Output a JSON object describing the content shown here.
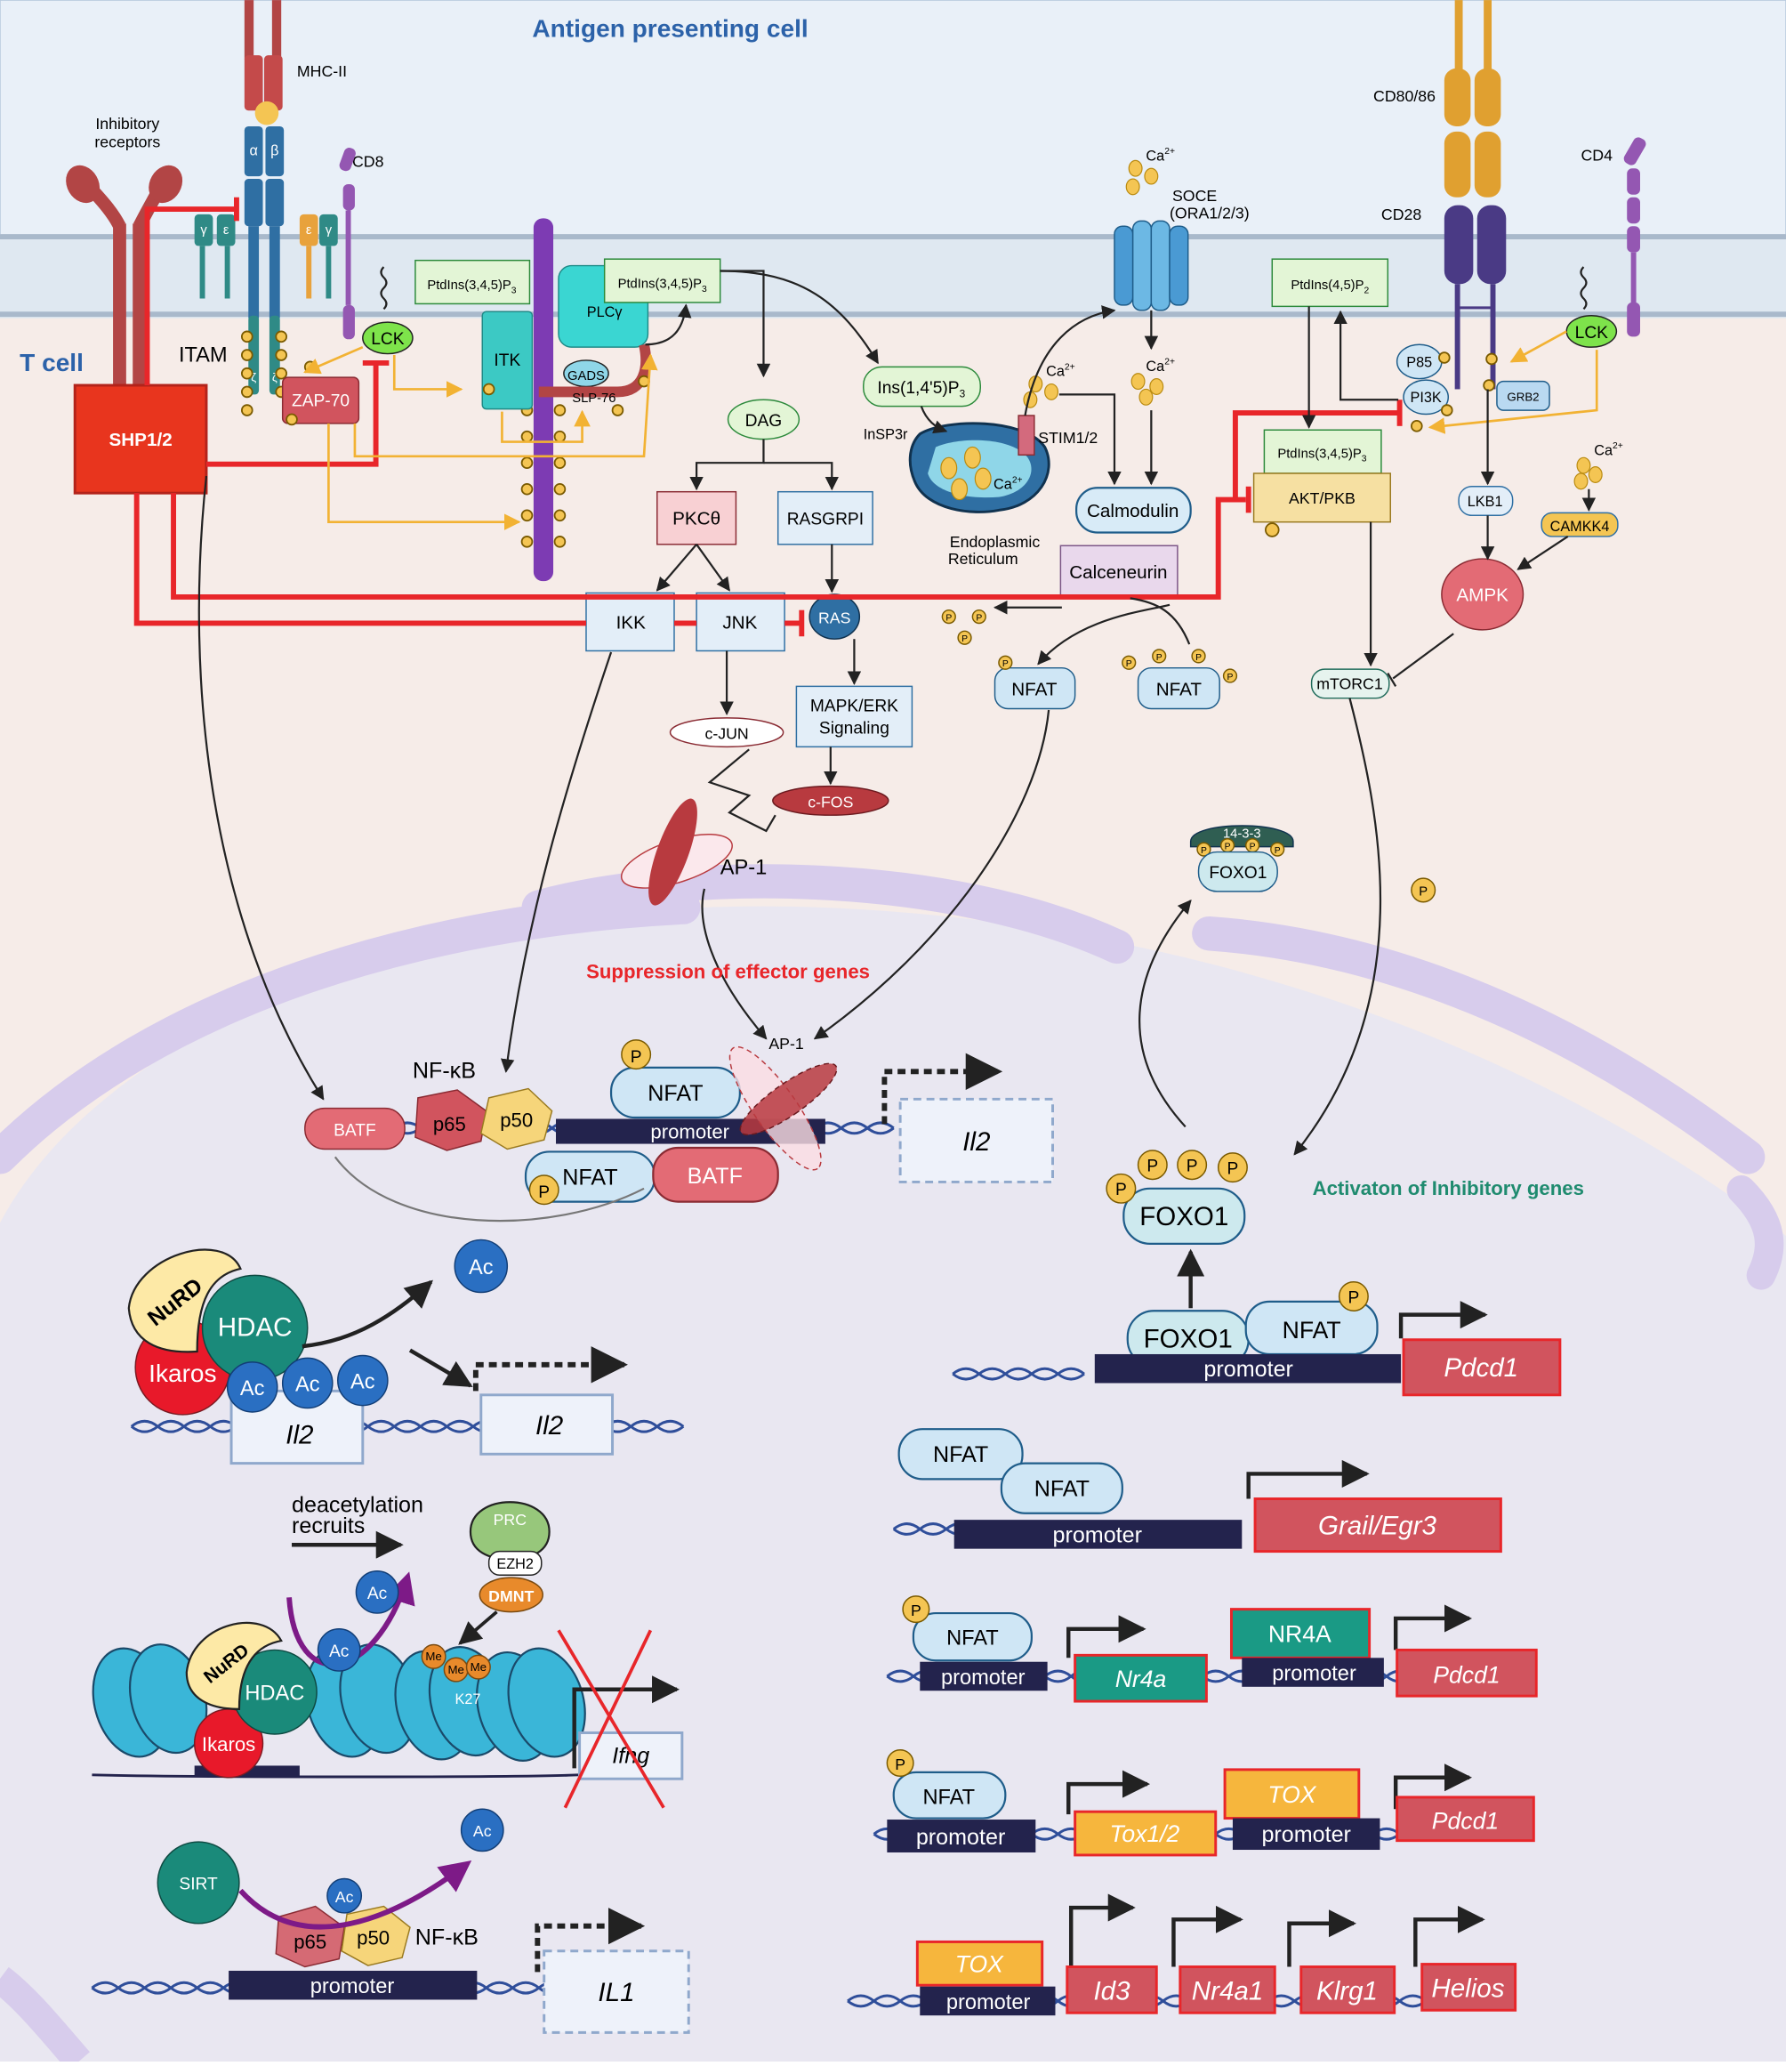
{
  "regions": {
    "apc_label": "Antigen presenting cell",
    "tcell_label": "T cell"
  },
  "receptors": {
    "inhibitory": [
      "Inhibitory",
      "receptors"
    ],
    "mhc": "MHC-II",
    "mhc_alpha": "α",
    "mhc_beta": "β",
    "cd8": "CD8",
    "cd4": "CD4",
    "cd80": "CD80/86",
    "cd28": "CD28",
    "itam": "ITAM",
    "gamma": "γ",
    "epsilon": "ε",
    "zeta": "ζ"
  },
  "signaling": {
    "shp": "SHP1/2",
    "lck": "LCK",
    "zap70": "ZAP-70",
    "itk": "ITK",
    "plcg": "PLCγ",
    "gads": "GADS",
    "slp76": "SLP-76",
    "pip3_a": "PtdIns(3,4,5)P",
    "pip3_b": "PtdIns(3,4,5)P",
    "pip2": "PtdIns(4,5)P",
    "pip3_c": "PtdIns(3,4,5)P",
    "sub3": "3",
    "sub2": "2",
    "ins3": "Ins(1,4'5)P",
    "insp3r": "InSP3r",
    "dag": "DAG",
    "pkc": "PKCθ",
    "rasgrp": "RASGRPI",
    "ikk": "IKK",
    "jnk": "JNK",
    "ras": "RAS",
    "mapk": [
      "MAPK/ERK",
      "Signaling"
    ],
    "cjun": "c-JUN",
    "cfos": "c-FOS",
    "ap1": "AP-1",
    "ca": "Ca",
    "ca_sup": "2+",
    "soce": [
      "SOCE",
      "(ORA1/2/3)"
    ],
    "stim": "STIM1/2",
    "er": [
      "Endoplasmic",
      "Reticulum"
    ],
    "calmodulin": "Calmodulin",
    "calcineurin": "Calceneurin",
    "nfat": "NFAT",
    "p": "P",
    "p85": "P85",
    "pi3k": "PI3K",
    "grb2": "GRB2",
    "akt": "AKT/PKB",
    "lkb1": "LKB1",
    "camkk4": "CAMKK4",
    "ampk": "AMPK",
    "mtorc1": "mTORC1",
    "foxo1": "FOXO1",
    "p1433": "14-3-3"
  },
  "nucleus": {
    "suppression": "Suppression of effector genes",
    "activation": "Activaton of Inhibitory genes",
    "nfkb": "NF-κB",
    "batf": "BATF",
    "p65": "p65",
    "p50": "p50",
    "promoter": "promoter",
    "ap1_small": "AP-1",
    "il2": "Il2",
    "il1": "IL1",
    "ifng": "Ifng",
    "nurd": "NuRD",
    "hdac": "HDAC",
    "ikaros": "Ikaros",
    "ac": "Ac",
    "deacetylation": [
      "deacetylation",
      "recruits"
    ],
    "prc": "PRC",
    "ezh2": "EZH2",
    "dmnt": "DMNT",
    "me": "Me",
    "k27": "K27",
    "sirt": "SIRT",
    "pdcd1": "Pdcd1",
    "grail": "Grail/Egr3",
    "nr4a_gene": "Nr4a",
    "nr4a_tf": "NR4A",
    "tox": "TOX",
    "tox12": "Tox1/2",
    "id3": "Id3",
    "nr4a1": "Nr4a1",
    "klrg1": "Klrg1",
    "helios": "Helios"
  },
  "colors": {
    "apc_bg": "#e9f0f8",
    "tcell_bg": "#f6ece8",
    "nucleus": "#e9e7f1",
    "inhibit": "#e8262a",
    "activate": "#f2b233",
    "gene": "#d1545e",
    "dna": "#23234d"
  }
}
